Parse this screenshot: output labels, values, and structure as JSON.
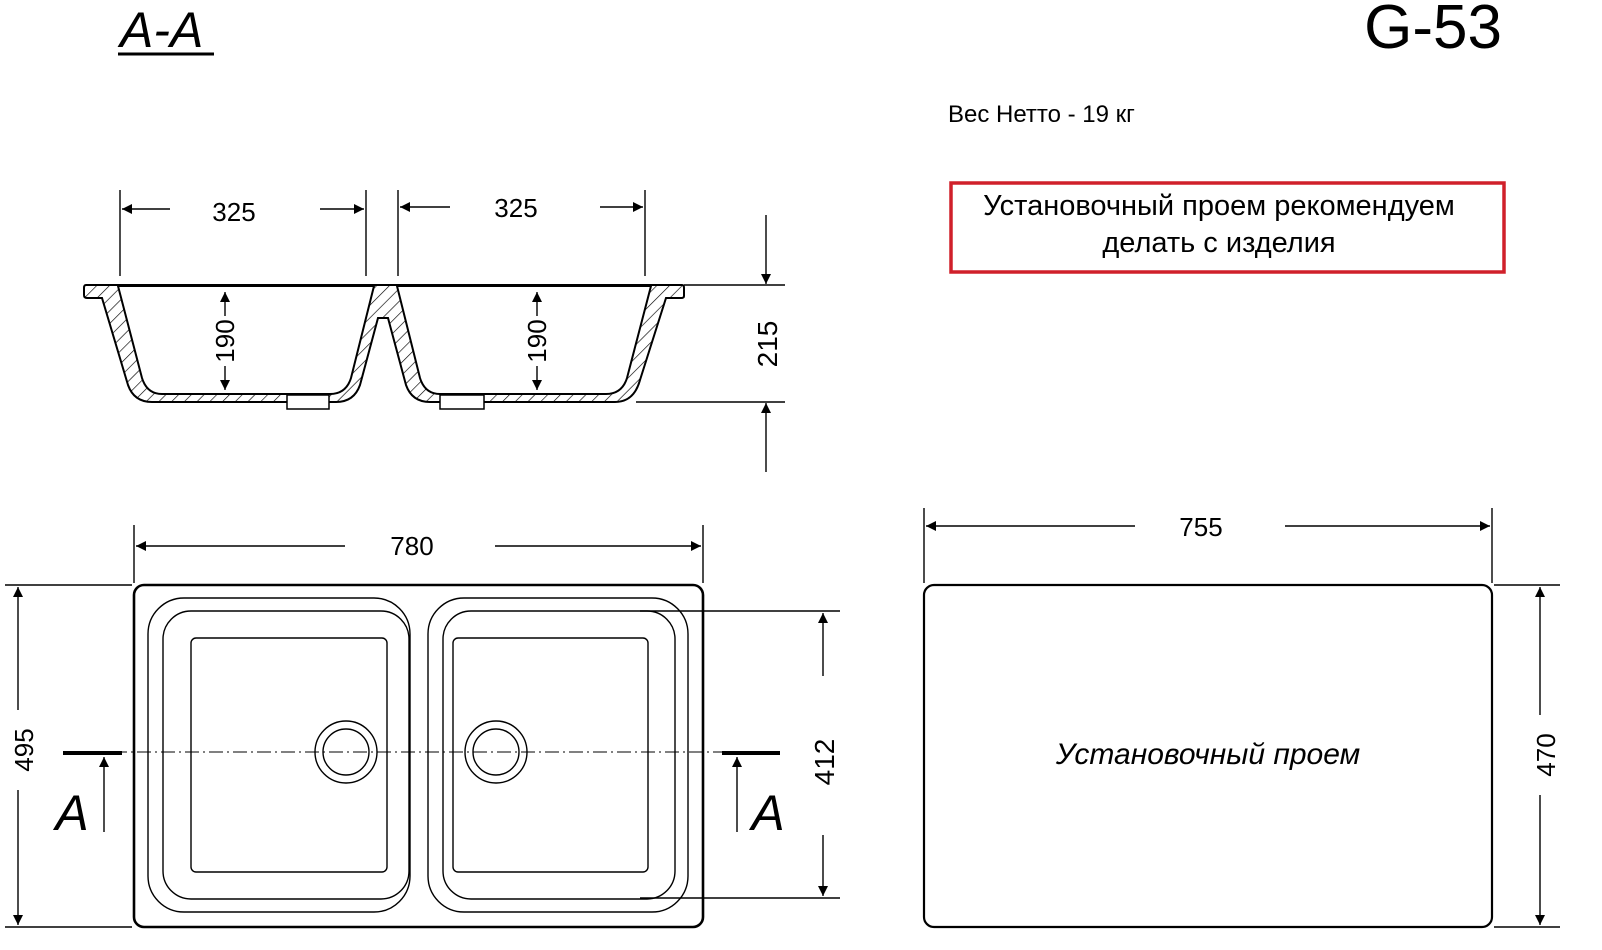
{
  "section_title": "A-A",
  "model": "G-53",
  "net_weight": "Вес Нетто - 19 кг",
  "note": {
    "line1": "Установочный проем рекомендуем",
    "line2": "делать с изделия",
    "border_color": "#d0202a"
  },
  "section_view": {
    "bowl_width_left": "325",
    "bowl_width_right": "325",
    "depth_left": "190",
    "depth_right": "190",
    "total_height": "215"
  },
  "plan_view": {
    "width": "780",
    "depth": "495",
    "bowl_depth": "412",
    "section_marker_left": "A",
    "section_marker_right": "A"
  },
  "cutout": {
    "label": "Установочный проем",
    "width": "755",
    "depth": "470"
  }
}
